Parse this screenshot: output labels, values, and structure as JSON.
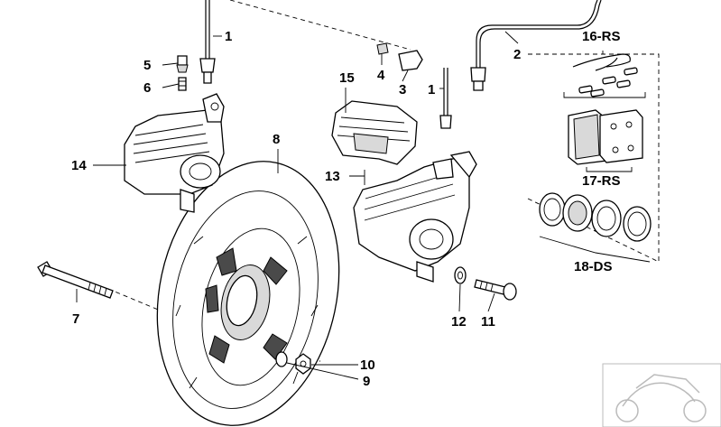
{
  "callouts": {
    "c1a": "1",
    "c1b": "1",
    "c2": "2",
    "c3": "3",
    "c4": "4",
    "c5": "5",
    "c6": "6",
    "c7": "7",
    "c8": "8",
    "c9": "9",
    "c10": "10",
    "c11": "11",
    "c12": "12",
    "c13": "13",
    "c14": "14",
    "c15": "15",
    "c16": "16-RS",
    "c17": "17-RS",
    "c18": "18-DS"
  },
  "colors": {
    "line": "#000000",
    "background": "#ffffff",
    "shade": "#d9d9d9"
  }
}
